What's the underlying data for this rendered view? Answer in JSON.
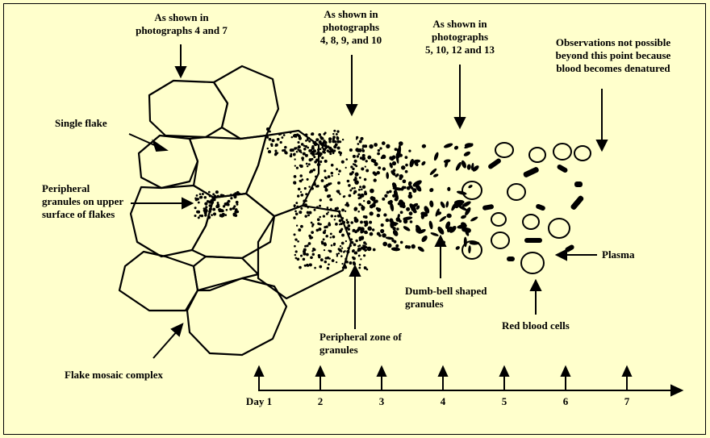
{
  "annotations": {
    "photos_4_7": [
      "As shown in",
      "photographs 4 and 7"
    ],
    "photos_4_8_9_10": [
      "As shown in",
      "photographs",
      "4, 8, 9, and 10"
    ],
    "photos_5_10_12_13": [
      "As shown in",
      "photographs",
      "5, 10, 12 and 13"
    ],
    "observations": [
      "Observations not possible",
      "beyond this point because",
      "blood becomes denatured"
    ],
    "single_flake": "Single flake",
    "peripheral_granules": [
      "Peripheral",
      "granules on upper",
      "surface of flakes"
    ],
    "flake_mosaic": "Flake mosaic complex",
    "peripheral_zone": [
      "Peripheral zone of",
      "granules"
    ],
    "dumbbell": [
      "Dumb-bell shaped",
      "granules"
    ],
    "plasma": "Plasma",
    "red_blood_cells": "Red blood cells"
  },
  "timeline": {
    "days": [
      "Day 1",
      "2",
      "3",
      "4",
      "5",
      "6",
      "7"
    ]
  },
  "colors": {
    "background": "#ffffcc",
    "ink": "#000000"
  }
}
